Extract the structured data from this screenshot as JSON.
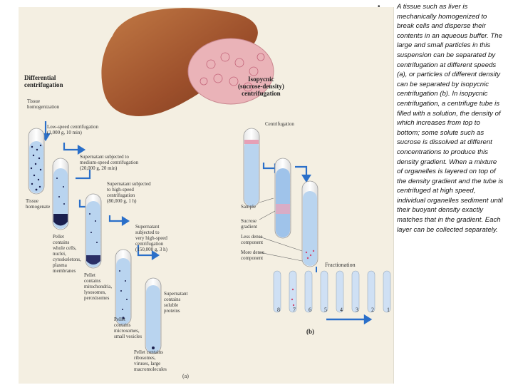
{
  "figure": {
    "left_heading": "Differential\ncentrifugation",
    "right_heading": "Isopycnic\n(sucrose-density)\ncentrifugation",
    "labels": {
      "tissue_homogenization": "Tissue\nhomogenization",
      "tissue_homogenate": "Tissue\nhomogenate",
      "low_speed": "Low-speed centrifugation\n(1,000 g, 10 min)",
      "step2": "Supernatant subjected to\nmedium-speed centrifugation\n(20,000 g, 20 min)",
      "step3": "Supernatant subjected\nto high-speed\ncentrifugation\n(80,000 g, 1 h)",
      "step4": "Supernatant\nsubjected to\nvery high-speed\ncentrifugation\n(150,000 g, 3 h)",
      "pellet1": "Pellet\ncontains\nwhole cells,\nnuclei,\ncytoskeletons,\nplasma\nmembranes",
      "pellet2": "Pellet\ncontains\nmitochondria,\nlysosomes,\nperoxisomes",
      "pellet3": "Pellet\ncontains\nmicrosomes,\nsmall vesicles",
      "pellet4": "Pellet contains\nribosomes,\nviruses, large\nmacromolecules",
      "soluble": "Supernatant\ncontains\nsoluble\nproteins",
      "centrifugation": "Centrifugation",
      "sample": "Sample",
      "sucrose_gradient": "Sucrose\ngradient",
      "less_dense": "Less dense\ncomponent",
      "more_dense": "More dense\ncomponent",
      "fractionation": "Fractionation",
      "panel_a": "(a)",
      "panel_b": "(b)"
    },
    "fraction_numbers": [
      "8",
      "7",
      "6",
      "5",
      "4",
      "3",
      "2",
      "1"
    ]
  },
  "body": {
    "bullet": "•",
    "text": "A tissue such as liver is mechanically homogenized to break cells and disperse their contents in an aqueous buffer. The large and small particles in this suspension can be separated by centrifugation at different speeds (a), or particles of different density can be separated by isopycnic centrifugation (b). In isopycnic centrifugation, a centrifuge tube is filled with a solution, the density of which increases from top to bottom; some solute such as sucrose is dissolved at different concentrations to produce this density gradient. When a mixture of organelles is layered on top of the density gradient and the tube is centrifuged at high speed, individual organelles sediment until their buoyant density exactly matches that in the gradient. Each layer can be collected separately."
  },
  "colors": {
    "liver": "#a0552d",
    "tissue": "#e8a7ae",
    "tube_fluid": "#b9d4ef",
    "arrow": "#2a6fc9",
    "pellet": "#1a1f4e",
    "pink_band": "#d04a6e"
  }
}
